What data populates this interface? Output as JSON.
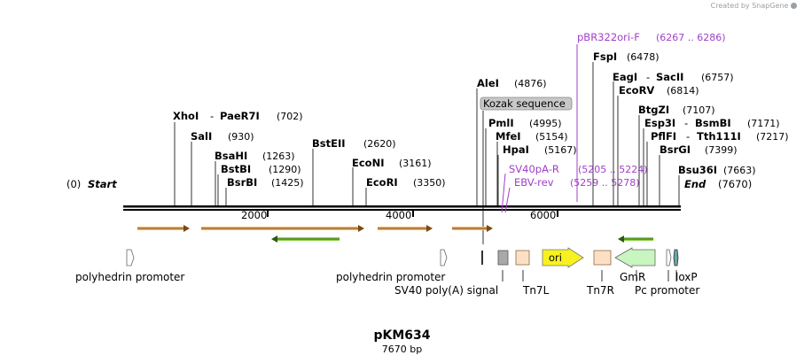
{
  "credit": "Created by SnapGene",
  "plasmid_name": "pKM634",
  "plasmid_size": "7670 bp",
  "start_label": "Start",
  "start_coord": "(0)",
  "end_label": "End",
  "end_coord": "(7670)",
  "ticks": [
    "2000",
    "4000",
    "6000"
  ],
  "sites": {
    "xhoi": {
      "name": "XhoI",
      "name2": "PaeR7I",
      "sep": "-",
      "coord": "(702)"
    },
    "sali": {
      "name": "SalI",
      "coord": "(930)"
    },
    "bsahi": {
      "name": "BsaHI",
      "coord": "(1263)"
    },
    "bstbi": {
      "name": "BstBI",
      "coord": "(1290)"
    },
    "bsrbi": {
      "name": "BsrBI",
      "coord": "(1425)"
    },
    "bsteii": {
      "name": "BstEII",
      "coord": "(2620)"
    },
    "econi": {
      "name": "EcoNI",
      "coord": "(3161)"
    },
    "ecori": {
      "name": "EcoRI",
      "coord": "(3350)"
    },
    "alei": {
      "name": "AleI",
      "coord": "(4876)"
    },
    "pmli": {
      "name": "PmlI",
      "coord": "(4995)"
    },
    "mfei": {
      "name": "MfeI",
      "coord": "(5154)"
    },
    "hpai": {
      "name": "HpaI",
      "coord": "(5167)"
    },
    "fspi": {
      "name": "FspI",
      "coord": "(6478)"
    },
    "eagi": {
      "name": "EagI",
      "name2": "SacII",
      "sep": "-",
      "coord": "(6757)"
    },
    "ecorv": {
      "name": "EcoRV",
      "coord": "(6814)"
    },
    "btgzi": {
      "name": "BtgZI",
      "coord": "(7107)"
    },
    "esp3i": {
      "name": "Esp3I",
      "name2": "BsmBI",
      "sep": "-",
      "coord": "(7171)"
    },
    "pflfi": {
      "name": "PflFI",
      "name2": "Tth111I",
      "sep": "-",
      "coord": "(7217)"
    },
    "bsrgi": {
      "name": "BsrGI",
      "coord": "(7399)"
    },
    "bsu36i": {
      "name": "Bsu36I",
      "coord": "(7663)"
    }
  },
  "primers": {
    "pbr322": {
      "name": "pBR322ori-F",
      "coord": "(6267 .. 6286)"
    },
    "sv40pa": {
      "name": "SV40pA-R",
      "coord": "(5205 .. 5224)"
    },
    "ebv": {
      "name": "EBV-rev",
      "coord": "(5259 .. 5278)"
    }
  },
  "kozak": "Kozak sequence",
  "features": {
    "polyhedrin1": "polyhedrin promoter",
    "polyhedrin2": "polyhedrin promoter",
    "sv40": "SV40 poly(A) signal",
    "tn7l": "Tn7L",
    "ori": "ori",
    "tn7r": "Tn7R",
    "gmr": "GmR",
    "pc": "Pc promoter",
    "loxp": "loxP"
  },
  "colors": {
    "orf_fill": "#f5b466",
    "orf_alt": "#8bd34a",
    "primer": "#a040c8",
    "ori": "#f7f21f",
    "gmr": "#c8f5c0",
    "tn7": "#fde0c4",
    "sv40": "#a9a9a9",
    "loxp": "#6aa6a6"
  }
}
